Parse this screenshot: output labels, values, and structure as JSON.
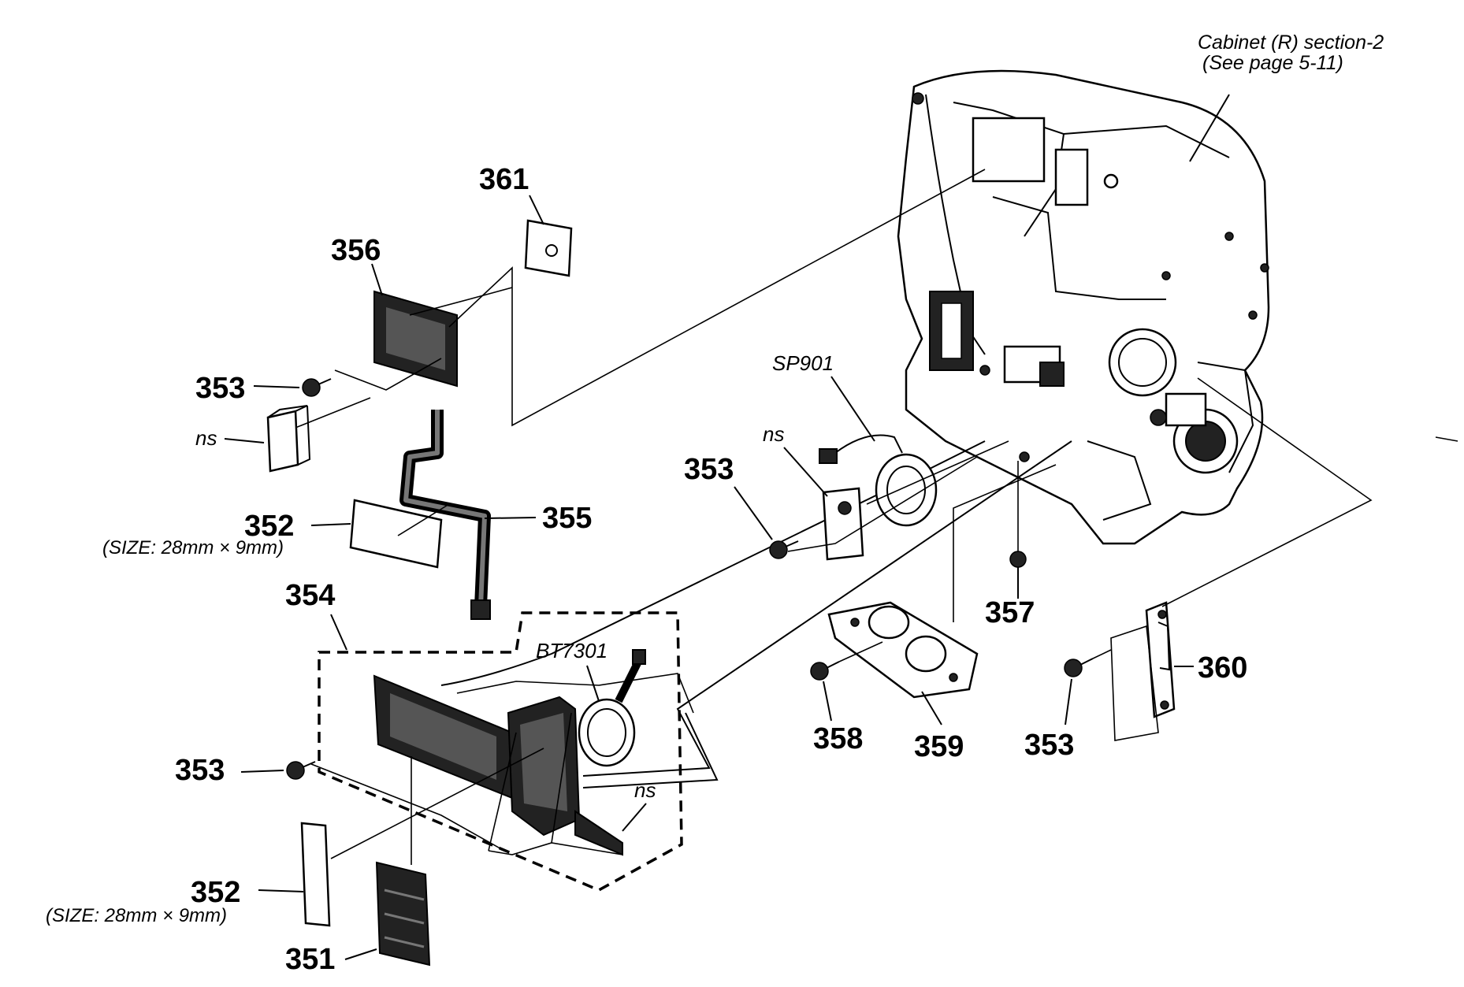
{
  "diagram": {
    "cabinet_note": {
      "line1": "Cabinet (R) section-2",
      "line2": "(See page 5-11)"
    },
    "labels": {
      "p361": "361",
      "p356": "356",
      "p353_a": "353",
      "ns_a": "ns",
      "p352_a": "352",
      "p352_a_size": "(SIZE: 28mm × 9mm)",
      "p355": "355",
      "p354": "354",
      "sp901": "SP901",
      "ns_b": "ns",
      "p353_b": "353",
      "bt7301": "BT7301",
      "p357": "357",
      "p360": "360",
      "p353_c": "353",
      "p358": "358",
      "p359": "359",
      "p353_d": "353",
      "ns_c": "ns",
      "p352_b": "352",
      "p352_b_size": "(SIZE: 28mm × 9mm)",
      "p351": "351"
    }
  }
}
